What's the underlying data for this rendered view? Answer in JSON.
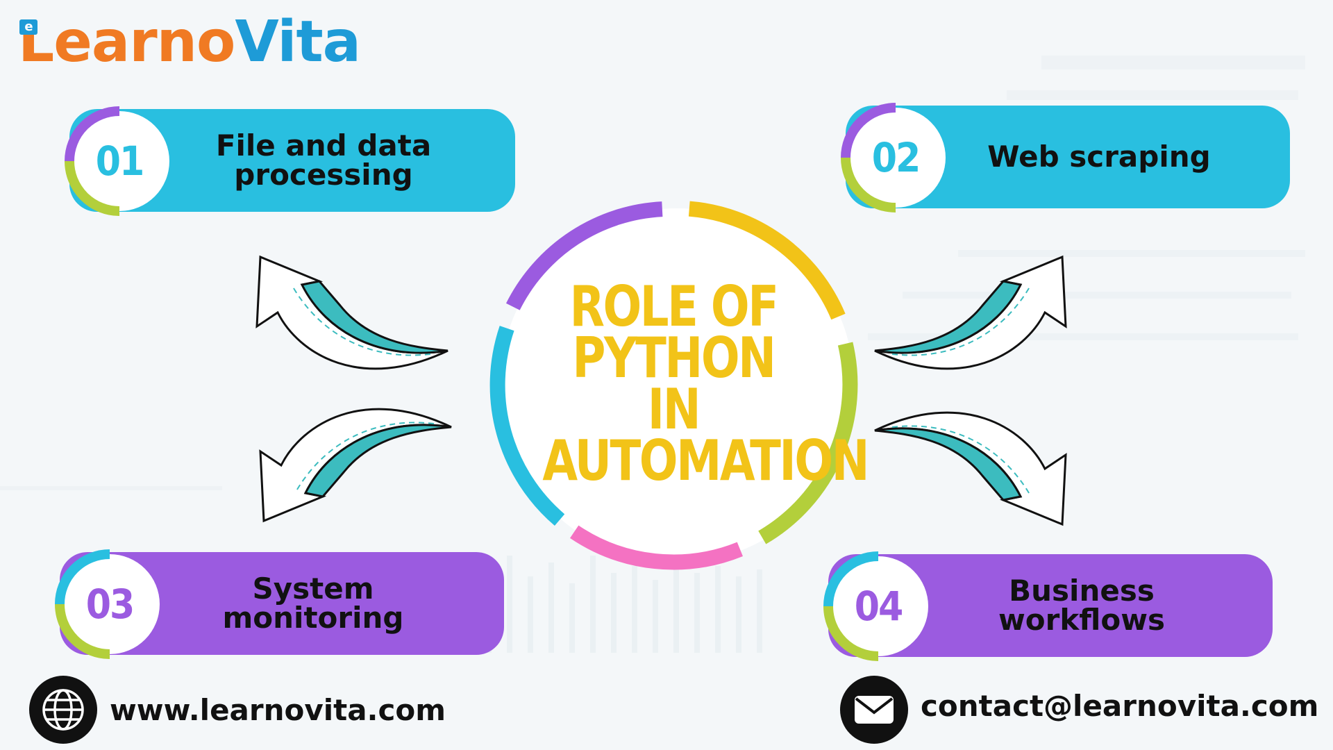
{
  "brand": {
    "logo_part1": "Learno",
    "logo_part2": "Vita",
    "logo_badge": "e"
  },
  "title": "ROLE OF\nPYTHON IN\nAUTOMATION",
  "items": [
    {
      "number": "01",
      "label": "File and data\nprocessing"
    },
    {
      "number": "02",
      "label": "Web scraping"
    },
    {
      "number": "03",
      "label": "System\nmonitoring"
    },
    {
      "number": "04",
      "label": "Business\nworkflows"
    }
  ],
  "footer": {
    "website": "www.learnovita.com",
    "email": "contact@learnovita.com",
    "website_icon": "globe-icon",
    "email_icon": "envelope-icon"
  },
  "colors": {
    "cyan": "#29bfe0",
    "purple": "#9b5be0",
    "yellow": "#f2c318",
    "green": "#b3cf3b",
    "pink": "#f472c2",
    "teal_arrow": "#3cbcbf",
    "logo_orange": "#f07a23",
    "logo_blue": "#1e9bd7"
  }
}
